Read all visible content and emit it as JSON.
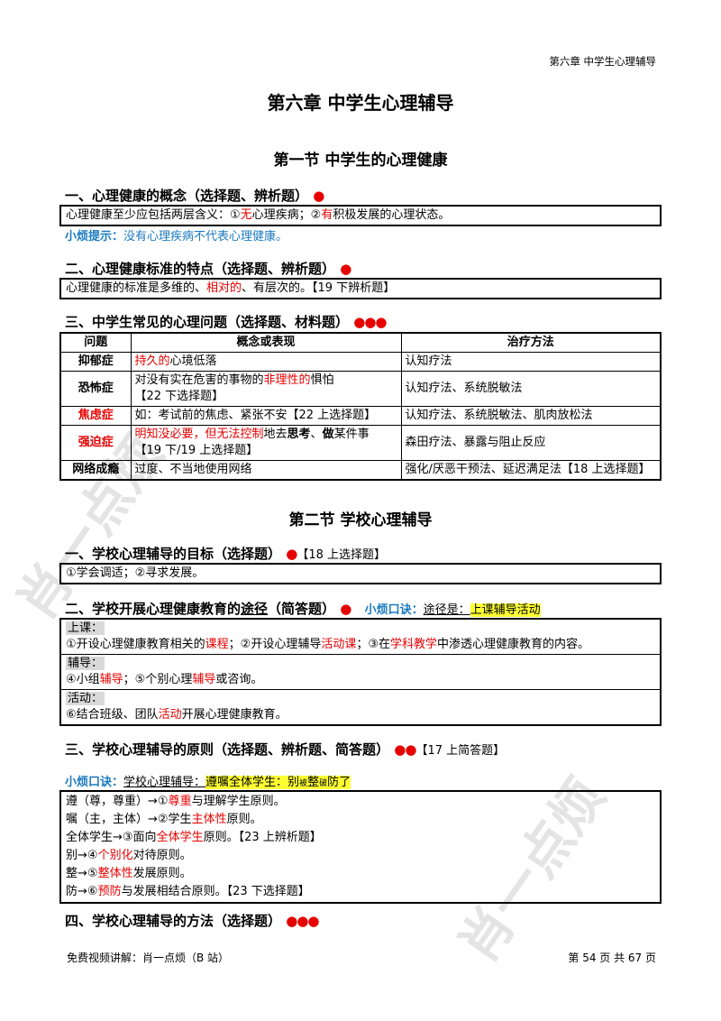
{
  "header": {
    "running_title": "第六章  中学生心理辅导"
  },
  "chapter_title": "第六章  中学生心理辅导",
  "section1": {
    "title": "第一节  中学生的心理健康",
    "h1": {
      "text": "一、心理健康的概念（选择题、辨析题）",
      "dots": "●"
    },
    "box1": {
      "p1": "心理健康至少应包括两层含义：①",
      "p2": "无",
      "p3": "心理疾病；②",
      "p4": "有",
      "p5": "积极发展的心理状态。"
    },
    "tip1": {
      "label": "小烦提示：",
      "text": "没有心理疾病不代表心理健康。"
    },
    "h2": {
      "text": "二、心理健康标准的特点（选择题、辨析题）",
      "dots": "●"
    },
    "box2": {
      "p1": "心理健康的标准是多维的、",
      "p2": "相对的",
      "p3": "、有层次的。【19 下辨析题】"
    },
    "h3": {
      "text": "三、中学生常见的心理问题（选择题、材料题）",
      "dots": "●●●"
    },
    "table": {
      "headers": [
        "问题",
        "概念或表现",
        "治疗方法"
      ],
      "rows": [
        {
          "name": "抑郁症",
          "d1": "持久的",
          "d2": "心境低落",
          "t": "认知疗法"
        },
        {
          "name": "恐怖症",
          "d1": "对没有实在危害的事物的",
          "d2": "非理性的",
          "d3": "惧怕",
          "d4": "【22 下选择题】",
          "t": "认知疗法、系统脱敏法"
        },
        {
          "name": "焦虑症",
          "d1": "如：考试前的焦虑、紧张不安【22 上选择题】",
          "t": "认知疗法、系统脱敏法、肌肉放松法"
        },
        {
          "name": "强迫症",
          "d1": "明知没必要，但无法控制",
          "d2": "地去",
          "d3": "思考",
          "d4": "、",
          "d5": "做",
          "d6": "某件事",
          "d7": "【19 下/19 上选择题】",
          "t": "森田疗法、暴露与阻止反应"
        },
        {
          "name": "网络成瘾",
          "d1": "过度、不当地使用网络",
          "t": "强化/厌恶干预法、延迟满足法【18 上选择题】"
        }
      ]
    }
  },
  "section2": {
    "title": "第二节  学校心理辅导",
    "h1": {
      "text": "一、学校心理辅导的目标（选择题）",
      "dots": "●",
      "ref": "【18 上选择题】"
    },
    "box1": {
      "text": "①学会调适；②寻求发展。"
    },
    "h2": {
      "p1": "二、学校开展心理健康教育的",
      "p2": "途径",
      "p3": "（简答题）",
      "dots": "●",
      "tip_label": "小烦口诀：",
      "tip_p1": "途径是：",
      "tip_p2": "上课辅导活动"
    },
    "box2": {
      "b1_label": "上课：",
      "b1_p1": "①开设心理健康教育相关的",
      "b1_p2": "课程",
      "b1_p3": "；②开设心理辅导",
      "b1_p4": "活动课",
      "b1_p5": "；③在",
      "b1_p6": "学科教学",
      "b1_p7": "中渗透心理健康教育的内容。",
      "b2_label": "辅导：",
      "b2_p1": "④小组",
      "b2_p2": "辅导",
      "b2_p3": "；⑤个别心理",
      "b2_p4": "辅导",
      "b2_p5": "或咨询。",
      "b3_label": "活动：",
      "b3_p1": "⑥结合班级、团队",
      "b3_p2": "活动",
      "b3_p3": "开展心理健康教育。"
    },
    "h3": {
      "text": "三、学校心理辅导的原则（选择题、辨析题、简答题）",
      "dots": "●●",
      "ref": "【17 上简答题】"
    },
    "tip3": {
      "label": "小烦口诀：",
      "p1": "学校心理辅导：",
      "hl1": "遵嘱全体学生：别",
      "hl2": "被",
      "hl3": "整",
      "hl4": "破",
      "hl5": "防了"
    },
    "box3": [
      {
        "a": "遵（尊，尊重）→①",
        "r": "尊重",
        "b": "与理解学生原则。"
      },
      {
        "a": "嘱（主，主体）→②学生",
        "r": "主体性",
        "b": "原则。"
      },
      {
        "a": "全体学生→③面向",
        "r": "全体学生",
        "b": "原则。【23 上辨析题】"
      },
      {
        "a": "别→④",
        "r": "个别化",
        "b": "对待原则。"
      },
      {
        "a": "整→⑤",
        "r": "整体性",
        "b": "发展原则。"
      },
      {
        "a": "防→⑥",
        "r": "预防",
        "b": "与发展相结合原则。【23 下选择题】"
      }
    ],
    "h4": {
      "text": "四、学校心理辅导的方法（选择题）",
      "dots": "●●●"
    }
  },
  "footer": {
    "left": "免费视频讲解：肖一点烦（B 站）",
    "right": "第  54  页  共  67  页"
  },
  "watermarks": [
    "肖一点烦",
    "肖一点烦"
  ]
}
